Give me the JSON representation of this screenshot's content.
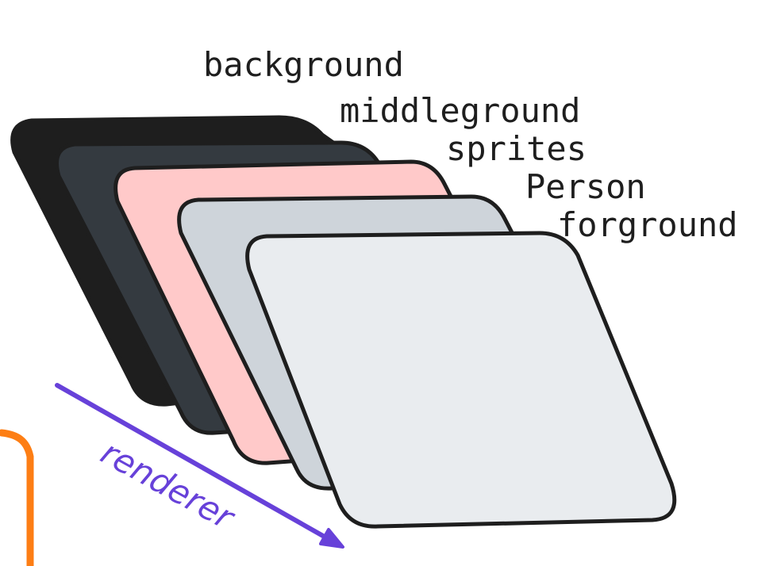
{
  "labels": {
    "background": "background",
    "middleground": "middleground",
    "sprites": "sprites",
    "person": "Person",
    "forground": "forground",
    "renderer": "renderer"
  },
  "colors": {
    "background_layer": "#1e1e1e",
    "middleground_layer": "#343a40",
    "sprites_layer": "#ffc9c9",
    "person_layer": "#ced4da",
    "forground_layer": "#e9ecef",
    "stroke": "#1e1e1e",
    "arrow": "#6741d9",
    "bracket": "#fd7e14"
  }
}
